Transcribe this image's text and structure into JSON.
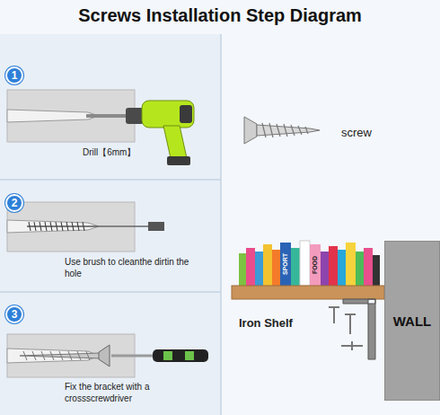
{
  "diagram": {
    "title": "Screws Installation Step Diagram",
    "nodes": [
      {
        "text": [
          "1"
        ]
      },
      {
        "text": [
          "2"
        ]
      },
      {
        "text": [
          "3"
        ]
      },
      {
        "text": [
          "WALL"
        ]
      }
    ],
    "labels": [
      "Drill【6mm】",
      "Use brush to cleanthe dirtin the hole",
      "Fix the bracket with a crossscrewdriver",
      "screw",
      "Iron Shelf",
      "SPORT",
      "FOOD"
    ]
  }
}
